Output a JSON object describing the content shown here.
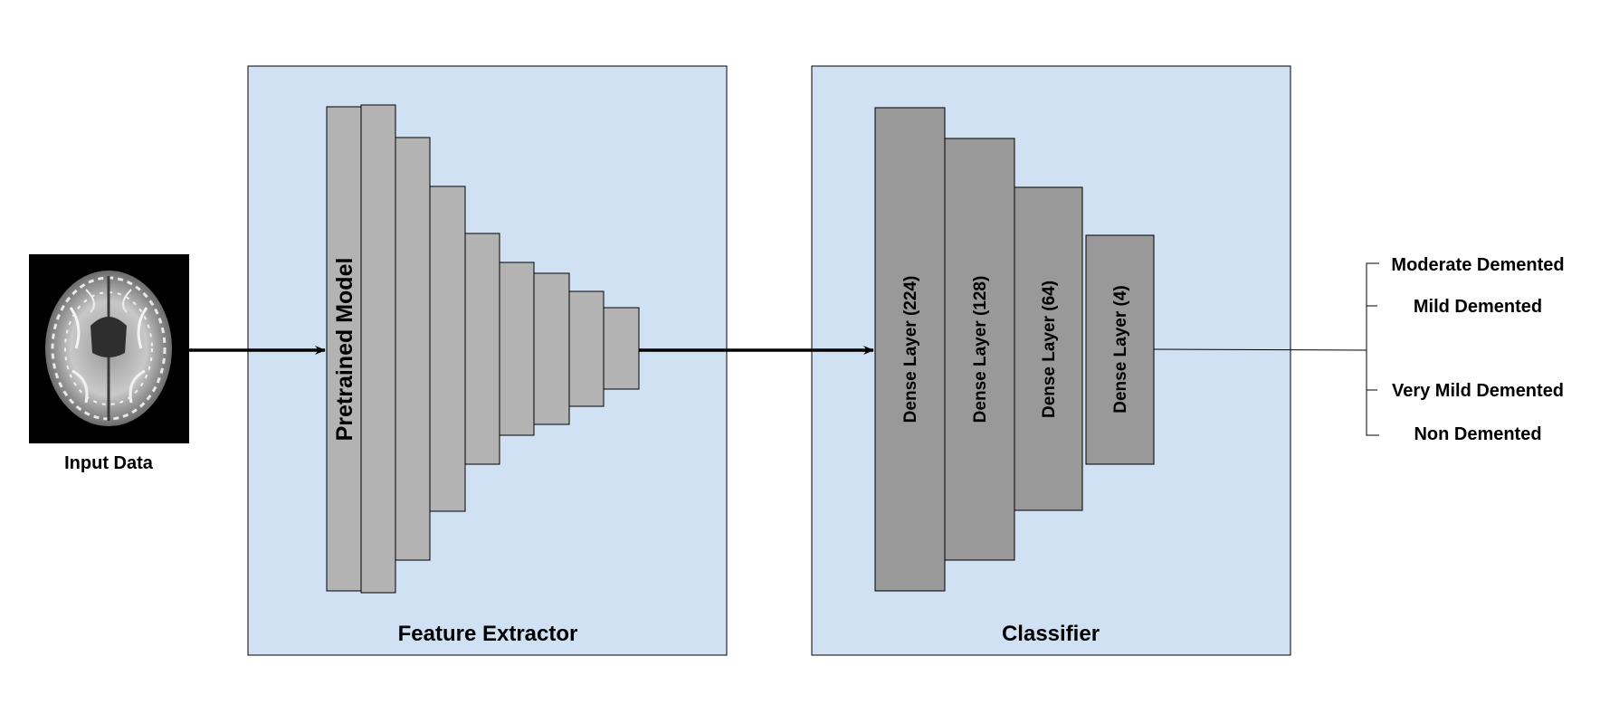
{
  "input": {
    "label": "Input Data",
    "image_description_icon": "brain-mri-icon"
  },
  "feature_extractor": {
    "title": "Feature Extractor",
    "model_label": "Pretrained Model",
    "block_count": 9
  },
  "classifier": {
    "title": "Classifier",
    "layers": [
      "Dense Layer (224)",
      "Dense Layer (128)",
      "Dense Layer (64)",
      "Dense Layer (4)"
    ]
  },
  "outputs": [
    "Moderate Demented",
    "Mild Demented",
    "Very Mild Demented",
    "Non Demented"
  ],
  "colors": {
    "panel_fill": "#cfe1f3",
    "extractor_block": "#b3b3b3",
    "dense_block": "#999999",
    "stroke": "#000000"
  }
}
